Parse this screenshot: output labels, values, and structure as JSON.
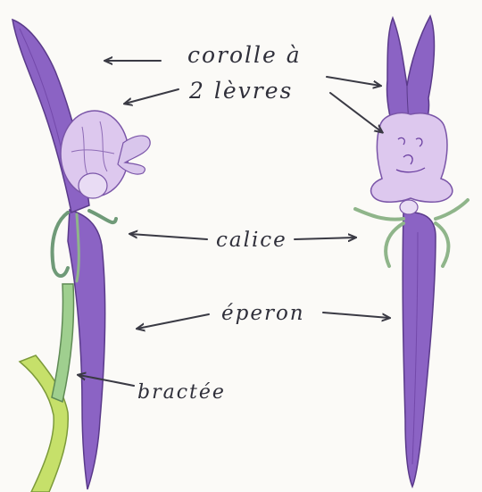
{
  "labels": {
    "corolla_line1": "corolle à",
    "corolla_line2": "2 lèvres",
    "calyx": "calice",
    "spur": "éperon",
    "bract": "bractée"
  },
  "colors": {
    "paper": "#fbfaf7",
    "violet_dark": "#6a3fa0",
    "violet": "#8b63c4",
    "lilac": "#d9c6ec",
    "lilac_light": "#e9dcf4",
    "stem_green": "#b8dc64",
    "sepal_green": "#8fb58a",
    "ink": "#2f2f3a"
  }
}
